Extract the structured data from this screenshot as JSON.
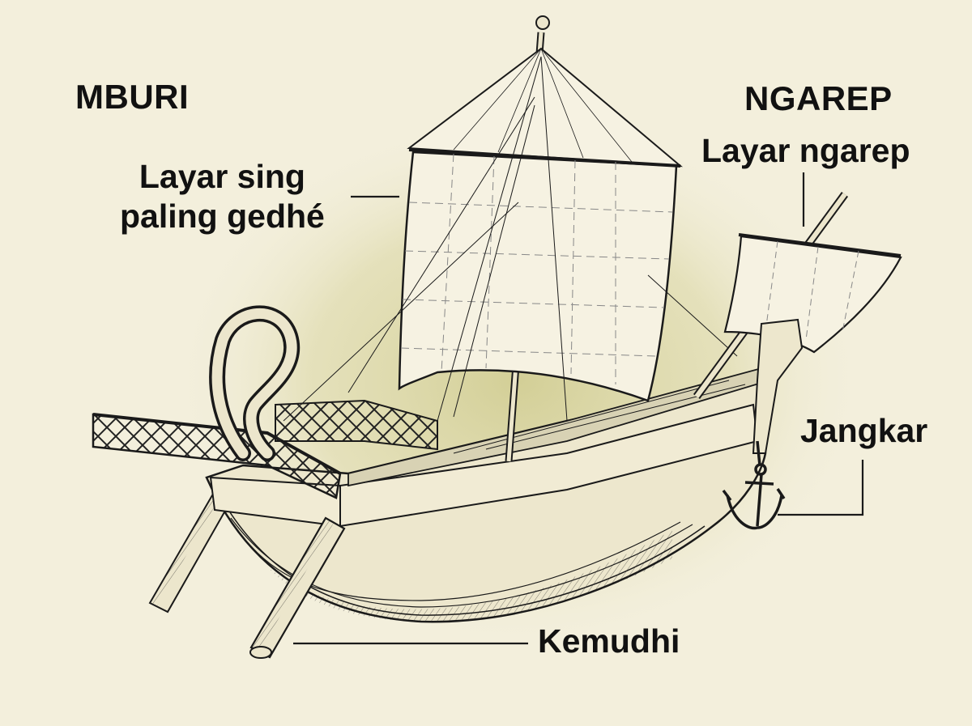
{
  "headings": {
    "stern": "MBURI",
    "bow": "NGAREP"
  },
  "labels": {
    "mainsail_line1": "Layar sing",
    "mainsail_line2": "paling gedhé",
    "foresail": "Layar ngarep",
    "anchor": "Jangkar",
    "rudder": "Kemudhi"
  },
  "colors": {
    "background": "#f3efdc",
    "wash": "#cfca8a",
    "ink": "#1a1a1a",
    "sail": "#f6f2e2"
  }
}
